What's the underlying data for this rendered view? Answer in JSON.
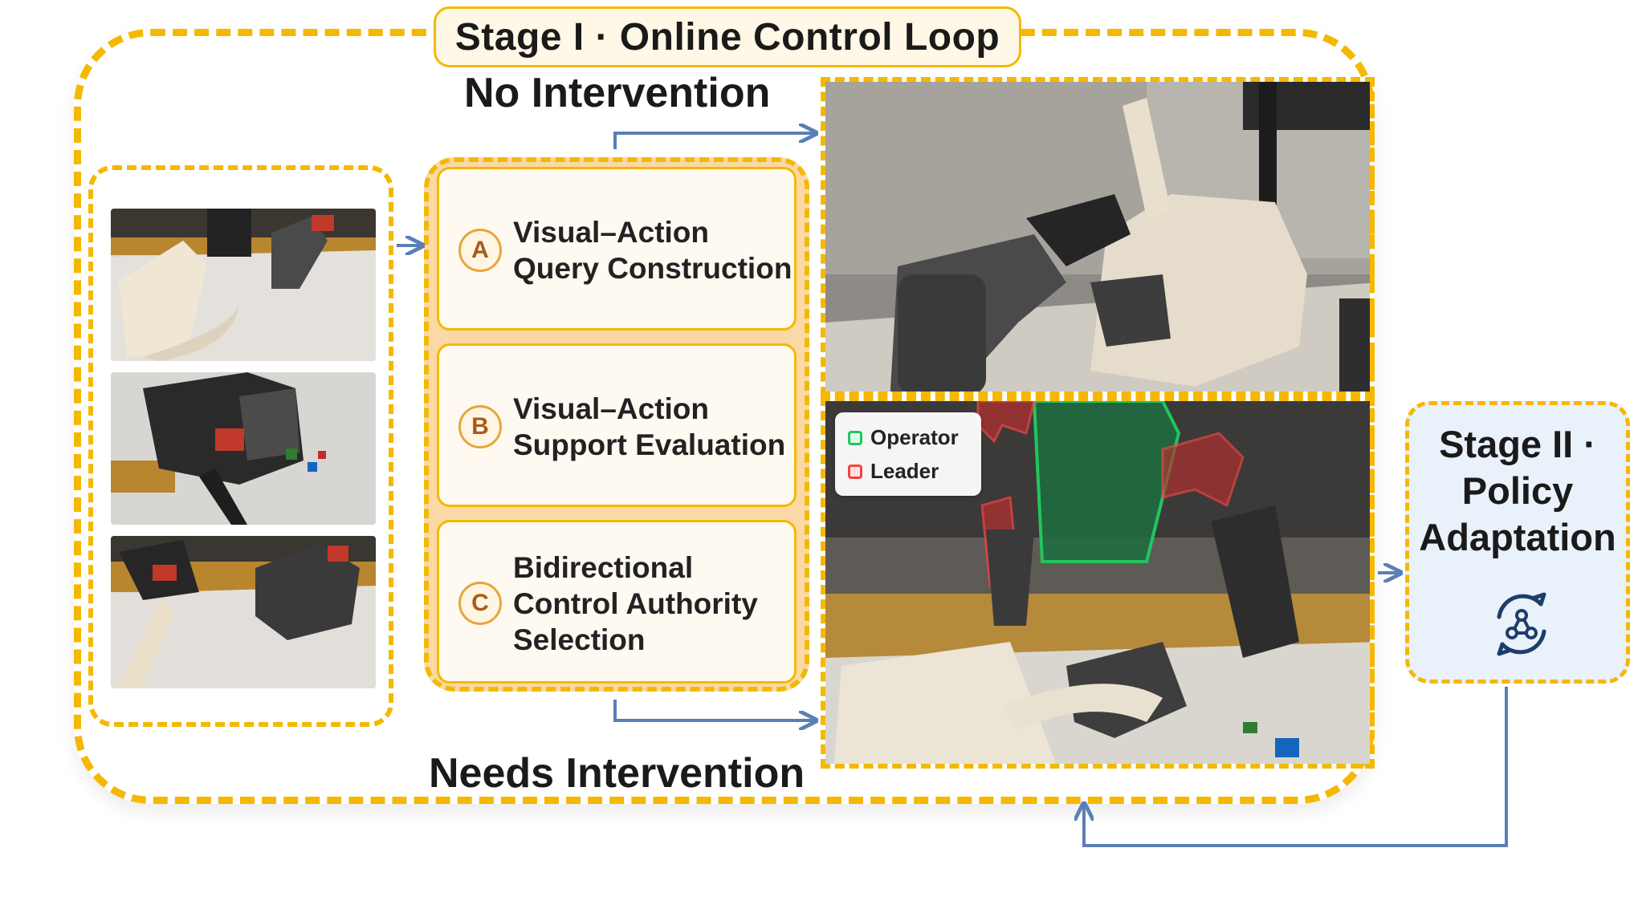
{
  "stage1": {
    "title": "Stage I · Online Control Loop"
  },
  "branches": {
    "top_label": "No Intervention",
    "bottom_label": "Needs Intervention"
  },
  "modules": [
    {
      "badge": "A",
      "line1": "Visual–Action",
      "line2": "Query Construction",
      "line3": ""
    },
    {
      "badge": "B",
      "line1": "Visual–Action",
      "line2": "Support Evaluation",
      "line3": ""
    },
    {
      "badge": "C",
      "line1": "Bidirectional",
      "line2": "Control Authority",
      "line3": "Selection"
    }
  ],
  "legend": {
    "operator": "Operator",
    "leader": "Leader",
    "operator_color": "#22c55e",
    "leader_color": "#ef4444"
  },
  "stage2": {
    "line1": "Stage II ·",
    "line2": "Policy",
    "line3": "Adaptation",
    "icon": "policy-cycle-icon"
  },
  "colors": {
    "accent": "#f5b800",
    "arrow": "#5b7fb5",
    "stage2_bg": "#e9f1fa",
    "modules_bg": "#fbd9a6"
  }
}
